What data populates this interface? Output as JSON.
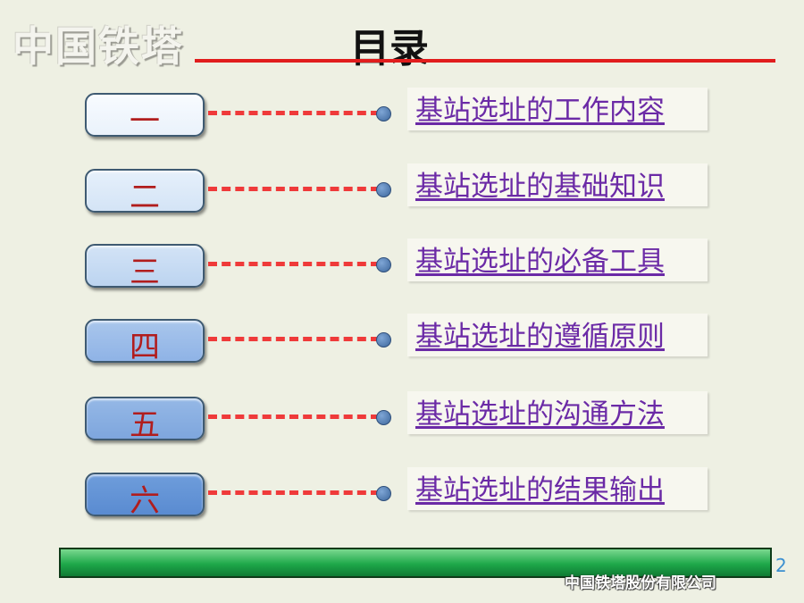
{
  "header": {
    "brand": "中国铁塔",
    "title": "目录"
  },
  "toc": {
    "items": [
      {
        "num": "一",
        "label": "基站选址的工作内容"
      },
      {
        "num": "二",
        "label": "基站选址的基础知识"
      },
      {
        "num": "三",
        "label": "基站选址的必备工具"
      },
      {
        "num": "四",
        "label": "基站选址的遵循原则"
      },
      {
        "num": "五",
        "label": "基站选址的沟通方法"
      },
      {
        "num": "六",
        "label": "基站选址的结果输出"
      }
    ]
  },
  "footer": {
    "company": "中国铁塔股份有限公司",
    "page_number": "2"
  },
  "colors": {
    "accent_red": "#e11d1d",
    "link_purple": "#6b2aa6",
    "footer_green": "#1ea84a"
  }
}
